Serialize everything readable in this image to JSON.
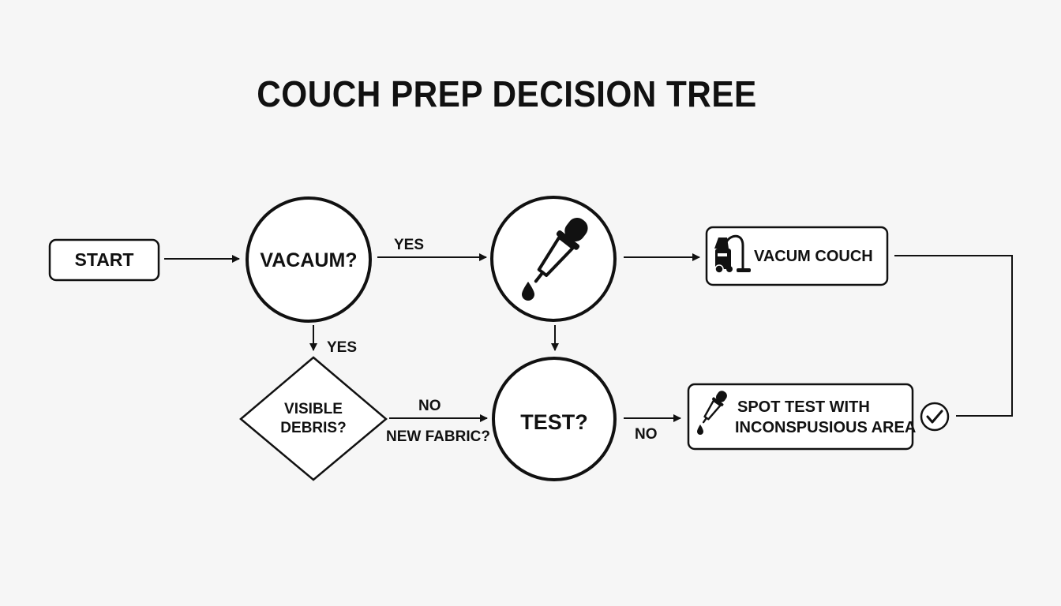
{
  "title": "COUCH PREP DECISION TREE",
  "nodes": {
    "start": "START",
    "vacuum_question": "VACAUM?",
    "visible_debris": "VISIBLE DEBRIS?",
    "test_question": "TEST?",
    "vacuum_couch": "VACUM COUCH",
    "spot_test_line1": "SPOT TEST WITH",
    "spot_test_line2": "INCONSPUSIOUS AREA"
  },
  "edge_labels": {
    "vacuum_to_dropper": "YES",
    "vacuum_to_debris": "YES",
    "debris_to_test_top": "NO",
    "debris_to_test_bottom": "NEW FABRIC?",
    "test_to_spot": "NO"
  },
  "icons": {
    "dropper_large": "dropper-icon",
    "vacuum": "vacuum-cleaner-icon",
    "dropper_small": "dropper-icon",
    "check": "check-circle-icon"
  },
  "colors": {
    "stroke": "#111111",
    "background": "#f6f6f6"
  }
}
